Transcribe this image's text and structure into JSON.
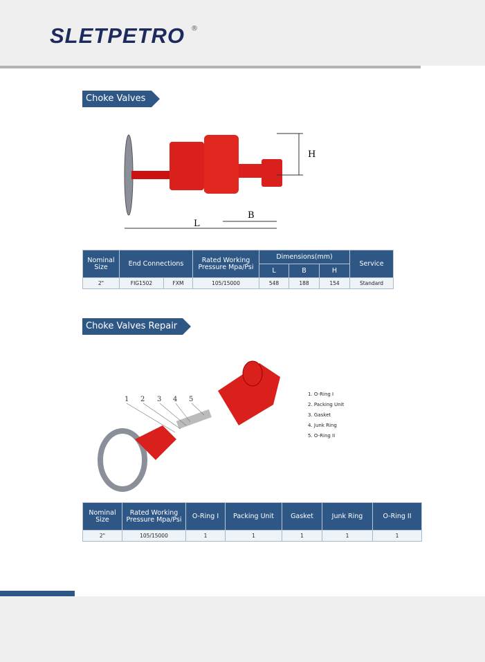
{
  "header": {
    "logo": "SLETPETRO",
    "registered": "®"
  },
  "section1": {
    "title": "Choke Valves",
    "drawing_labels": {
      "L": "L",
      "B": "B",
      "H": "H"
    },
    "table": {
      "headers": {
        "nominal_size": "Nominal Size",
        "end_connections": "End Connections",
        "pressure": "Rated Working Pressure Mpa/Psi",
        "dimensions": "Dimensions(mm)",
        "L": "L",
        "B": "B",
        "H": "H",
        "service": "Service"
      },
      "row": {
        "size": "2\"",
        "end1": "FIG1502",
        "end2": "FXM",
        "pressure": "105/15000",
        "L": "548",
        "B": "188",
        "H": "154",
        "service": "Standard"
      }
    }
  },
  "section2": {
    "title": "Choke Valves Repair Kit",
    "callouts": [
      "1",
      "2",
      "3",
      "4",
      "5"
    ],
    "legend": [
      "1. O-Ring I",
      "2. Packing Unit",
      "3. Gasket",
      "4. Junk Ring",
      "5. O-Ring II"
    ],
    "table": {
      "headers": [
        "Nominal Size",
        "Rated Working Pressure Mpa/Psi",
        "O-Ring I",
        "Packing Unit",
        "Gasket",
        "Junk Ring",
        "O-Ring II"
      ],
      "row": [
        "2\"",
        "105/15000",
        "1",
        "1",
        "1",
        "1",
        "1"
      ]
    }
  },
  "colors": {
    "brand": "#2e5786",
    "valve": "#d9201c"
  }
}
